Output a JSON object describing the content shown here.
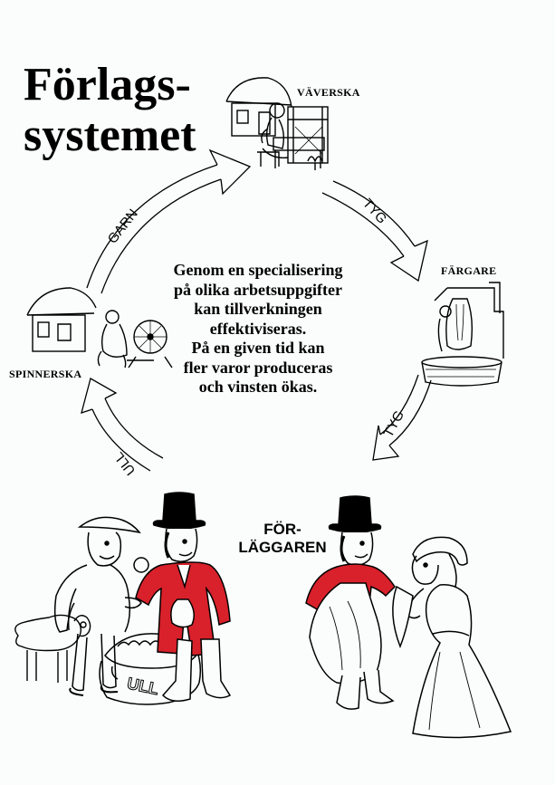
{
  "title": {
    "line1": "Förlags-",
    "line2": "systemet"
  },
  "roles": {
    "weaver": "VÄVERSKA",
    "dyer": "FÄRGARE",
    "spinner": "SPINNERSKA",
    "merchant_line1": "FÖR-",
    "merchant_line2": "LÄGGAREN"
  },
  "arrows": {
    "to_weaver": "GARN",
    "to_dyer": "TYG",
    "to_merchant": "TYG",
    "to_spinner": "ULL"
  },
  "center_text": [
    "Genom en specialisering",
    "på olika arbetsuppgifter",
    "kan tillverkningen",
    "effektiviseras.",
    "På en given tid kan",
    "fler varor produceras",
    "och vinsten ökas."
  ],
  "sack_label": "ULL",
  "colors": {
    "coat_red": "#d8212b",
    "ink": "#000000",
    "paper": "#fbfcfc"
  }
}
